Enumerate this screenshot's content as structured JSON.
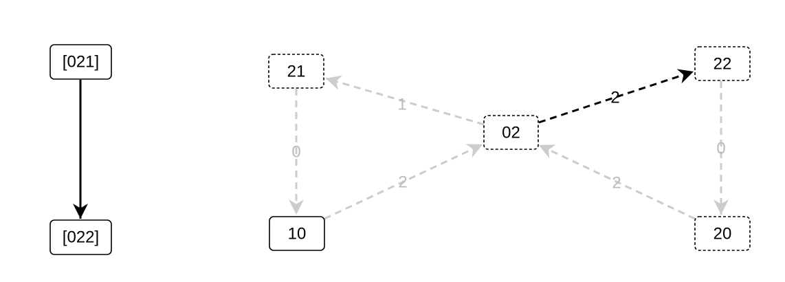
{
  "colors": {
    "background": "#ffffff",
    "node_border": "#000000",
    "active_edge": "#000000",
    "faded_edge": "#cccccc",
    "faded_label": "#bbbbbb",
    "text": "#000000"
  },
  "nodes": [
    {
      "id": "n021",
      "label": "[021]",
      "border": "solid"
    },
    {
      "id": "n022",
      "label": "[022]",
      "border": "solid"
    },
    {
      "id": "n21",
      "label": "21",
      "border": "dashed"
    },
    {
      "id": "n10",
      "label": "10",
      "border": "solid"
    },
    {
      "id": "n02",
      "label": "02",
      "border": "dashed"
    },
    {
      "id": "n22",
      "label": "22",
      "border": "dashed"
    },
    {
      "id": "n20",
      "label": "20",
      "border": "dashed"
    }
  ],
  "edges": [
    {
      "id": "e021-022",
      "from": "n021",
      "to": "n022",
      "label": "",
      "style": "solid"
    },
    {
      "id": "e02-21",
      "from": "n02",
      "to": "n21",
      "label": "1",
      "style": "faded"
    },
    {
      "id": "e21-10",
      "from": "n21",
      "to": "n10",
      "label": "0",
      "style": "faded"
    },
    {
      "id": "e10-02",
      "from": "n10",
      "to": "n02",
      "label": "2",
      "style": "faded"
    },
    {
      "id": "e02-22",
      "from": "n02",
      "to": "n22",
      "label": "2",
      "style": "active"
    },
    {
      "id": "e22-20",
      "from": "n22",
      "to": "n20",
      "label": "0",
      "style": "faded"
    },
    {
      "id": "e20-02",
      "from": "n20",
      "to": "n02",
      "label": "2",
      "style": "faded"
    }
  ]
}
